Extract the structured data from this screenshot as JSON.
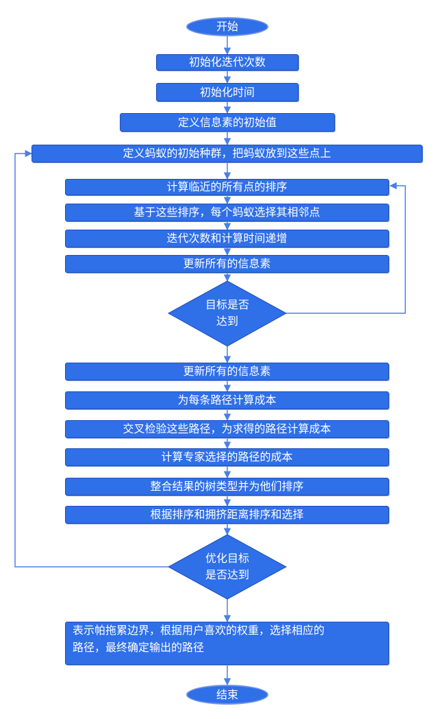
{
  "colors": {
    "node_fill": "#2f6fe8",
    "node_border": "#1f4fb5",
    "arrow": "#4a7fe8"
  },
  "nodes": {
    "start": "开始",
    "init_iter": "初始化迭代次数",
    "init_time": "初始化时间",
    "init_pheromone": "定义信息素的初始值",
    "init_population": "定义蚂蚁的初始种群，把蚂蚁放到这些点上",
    "sort_neighbors": "计算临近的所有点的排序",
    "choose_neighbor": "基于这些排序，每个蚂蚁选择其相邻点",
    "increment": "迭代次数和计算时间递增",
    "update_pheromone_1": "更新所有的信息素",
    "goal_reached": [
      "目标是否",
      "达到"
    ],
    "update_pheromone_2": "更新所有的信息素",
    "path_cost": "为每条路径计算成本",
    "cross_validate": "交叉检验这些路径，为求得的路径计算成本",
    "expert_cost": "计算专家选择的路径的成本",
    "merge_sort": "整合结果的树类型并为他们排序",
    "crowding_select": "根据排序和拥挤距离排序和选择",
    "opt_reached": [
      "优化目标",
      "是否达到"
    ],
    "output": [
      "表示帕拖累边界，根据用户喜欢的权重，选择相应的",
      "路径，最终确定输出的路径"
    ],
    "end": "结束"
  }
}
